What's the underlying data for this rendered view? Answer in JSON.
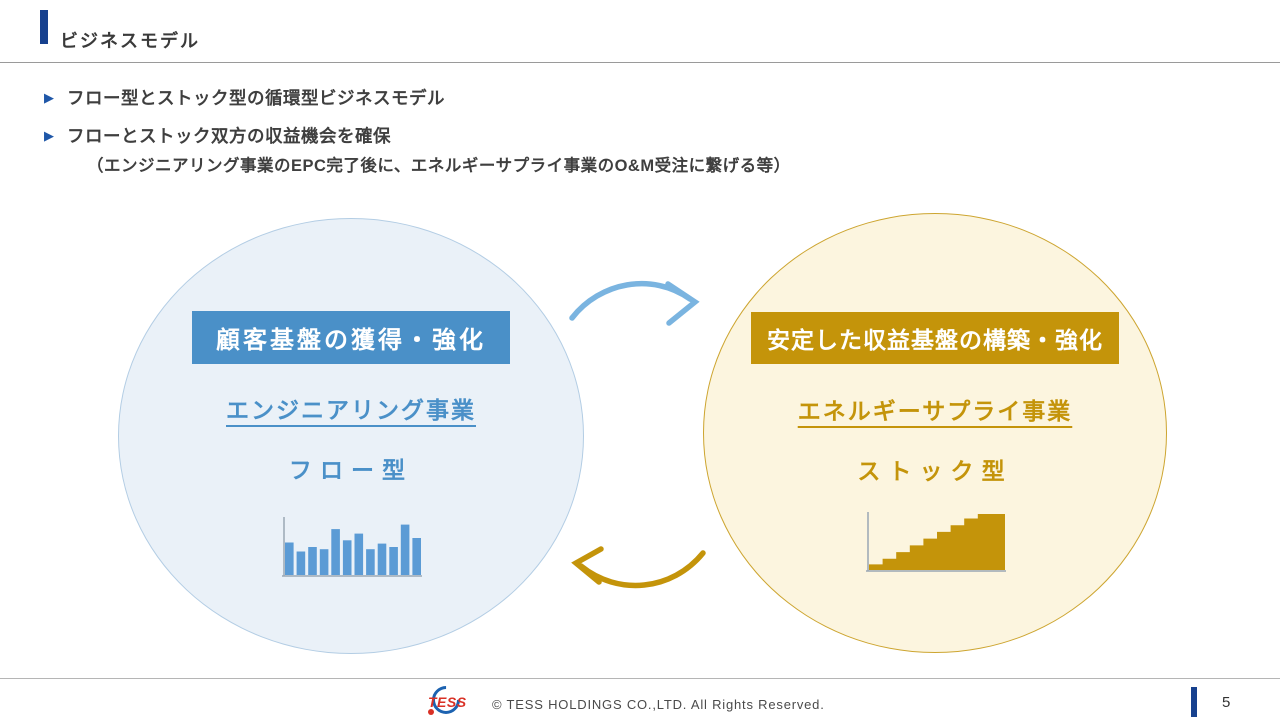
{
  "header": {
    "title": "ビジネスモデル"
  },
  "bullets": [
    {
      "text": "フロー型とストック型の循環型ビジネスモデル",
      "subtext": ""
    },
    {
      "text": "フローとストック双方の収益機会を確保",
      "subtext": "（エンジニアリング事業のEPC完了後に、エネルギーサプライ事業のO&M受注に繋げる等）"
    }
  ],
  "diagram": {
    "left_circle": {
      "headline": "顧客基盤の獲得・強化",
      "business": "エンジニアリング事業",
      "model_type": "フロー型",
      "accent_color": "#4a90c8",
      "fill_color": "#eaf1f8",
      "border_color": "#b3cde4"
    },
    "right_circle": {
      "headline": "安定した収益基盤の構築・強化",
      "business": "エネルギーサプライ事業",
      "model_type": "ストック型",
      "accent_color": "#c4940a",
      "fill_color": "#fcf5df",
      "border_color": "#cda530"
    },
    "arrow_colors": {
      "top": "#7ab4e0",
      "bottom": "#c4940a"
    }
  },
  "chart_data": [
    {
      "type": "bar",
      "name": "flow-bar-chart",
      "values": [
        58,
        42,
        50,
        46,
        82,
        62,
        74,
        46,
        56,
        50,
        90,
        66
      ],
      "color": "#5b9bd5",
      "title": "",
      "xlabel": "",
      "ylabel": "",
      "ylim": [
        0,
        100
      ]
    },
    {
      "type": "area",
      "name": "stock-step-chart",
      "values": [
        10,
        20,
        32,
        44,
        56,
        68,
        80,
        92,
        100,
        100
      ],
      "color": "#c4940a",
      "title": "",
      "xlabel": "",
      "ylabel": "",
      "ylim": [
        0,
        100
      ]
    }
  ],
  "footer": {
    "logo_text": "TESS",
    "copyright": "© TESS HOLDINGS CO.,LTD. All Rights Reserved.",
    "page_number": "5"
  }
}
